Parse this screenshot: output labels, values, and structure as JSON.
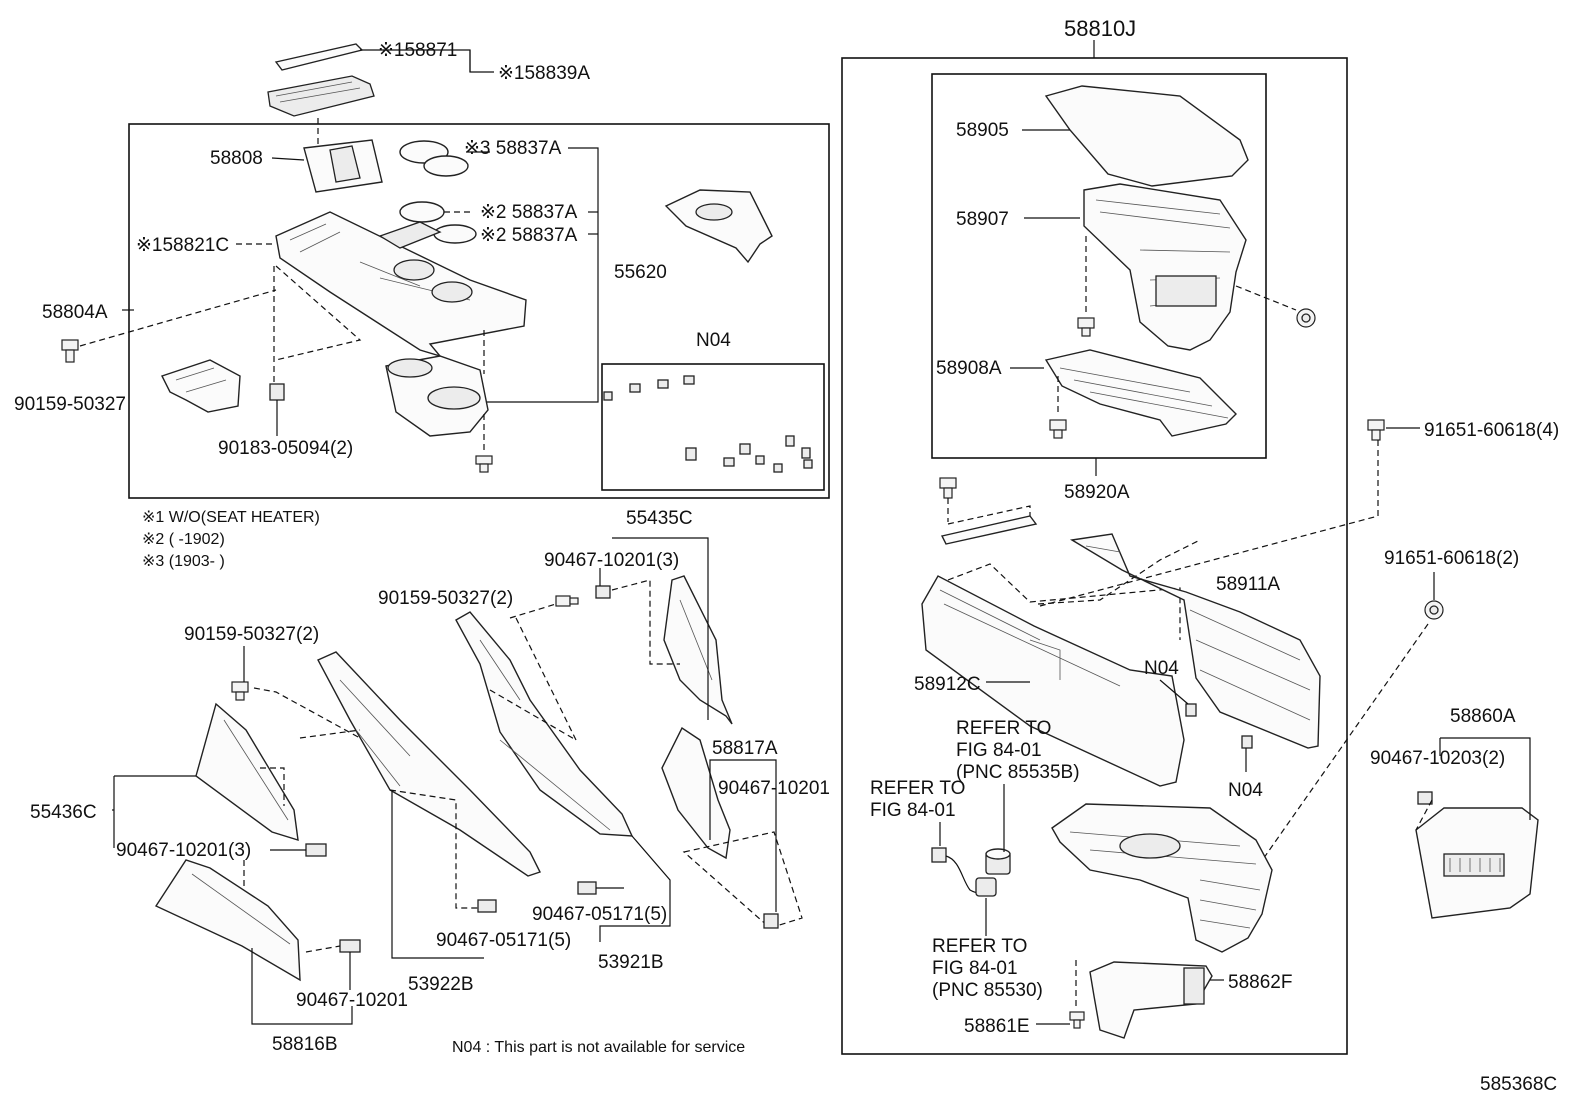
{
  "figure_id": "585368C",
  "assembly_label": "58810J",
  "labels": {
    "p58871": "※158871",
    "p58839A": "※158839A",
    "p58808": "58808",
    "p58837A_3": "※3 58837A",
    "p58837A_2a": "※2  58837A",
    "p58837A_2b": "※2  58837A",
    "p58821C": "※158821C",
    "p55620": "55620",
    "p58804A": "58804A",
    "p90159_a": "90159-50327",
    "p90183": "90183-05094(2)",
    "n04_box": "N04",
    "p58905": "58905",
    "p58907": "58907",
    "p58908A": "58908A",
    "p58920A": "58920A",
    "p91651_4": "91651-60618(4)",
    "p91651_2": "91651-60618(2)",
    "p55435C": "55435C",
    "p90467_10201_3a": "90467-10201(3)",
    "p90159_2a": "90159-50327(2)",
    "p90159_2b": "90159-50327(2)",
    "p58911A": "58911A",
    "p58912C": "58912C",
    "n04_a": "N04",
    "n04_b": "N04",
    "p58860A": "58860A",
    "p90467_10203": "90467-10203(2)",
    "p58817A": "58817A",
    "p90467_10201_b": "90467-10201",
    "p55436C": "55436C",
    "p90467_10201_3b": "90467-10201(3)",
    "p90467_05171_5a": "90467-05171(5)",
    "p90467_05171_5b": "90467-05171(5)",
    "p53921B": "53921B",
    "p53922B": "53922B",
    "p90467_10201_c": "90467-10201",
    "p58816B": "58816B",
    "p58862F": "58862F",
    "p58861E": "58861E"
  },
  "refer": {
    "r1": [
      "REFER  TO",
      "FIG  84-01",
      "(PNC  85535B)"
    ],
    "r2": [
      "REFER  TO",
      "FIG  84-01"
    ],
    "r3": [
      "REFER  TO",
      "FIG  84-01",
      "(PNC  85530)"
    ]
  },
  "notes": [
    "※1 W/O(SEAT HEATER)",
    "※2 (        -1902)",
    "※3 (1903-        )"
  ],
  "footnote": "N04 : This part is not available for service"
}
